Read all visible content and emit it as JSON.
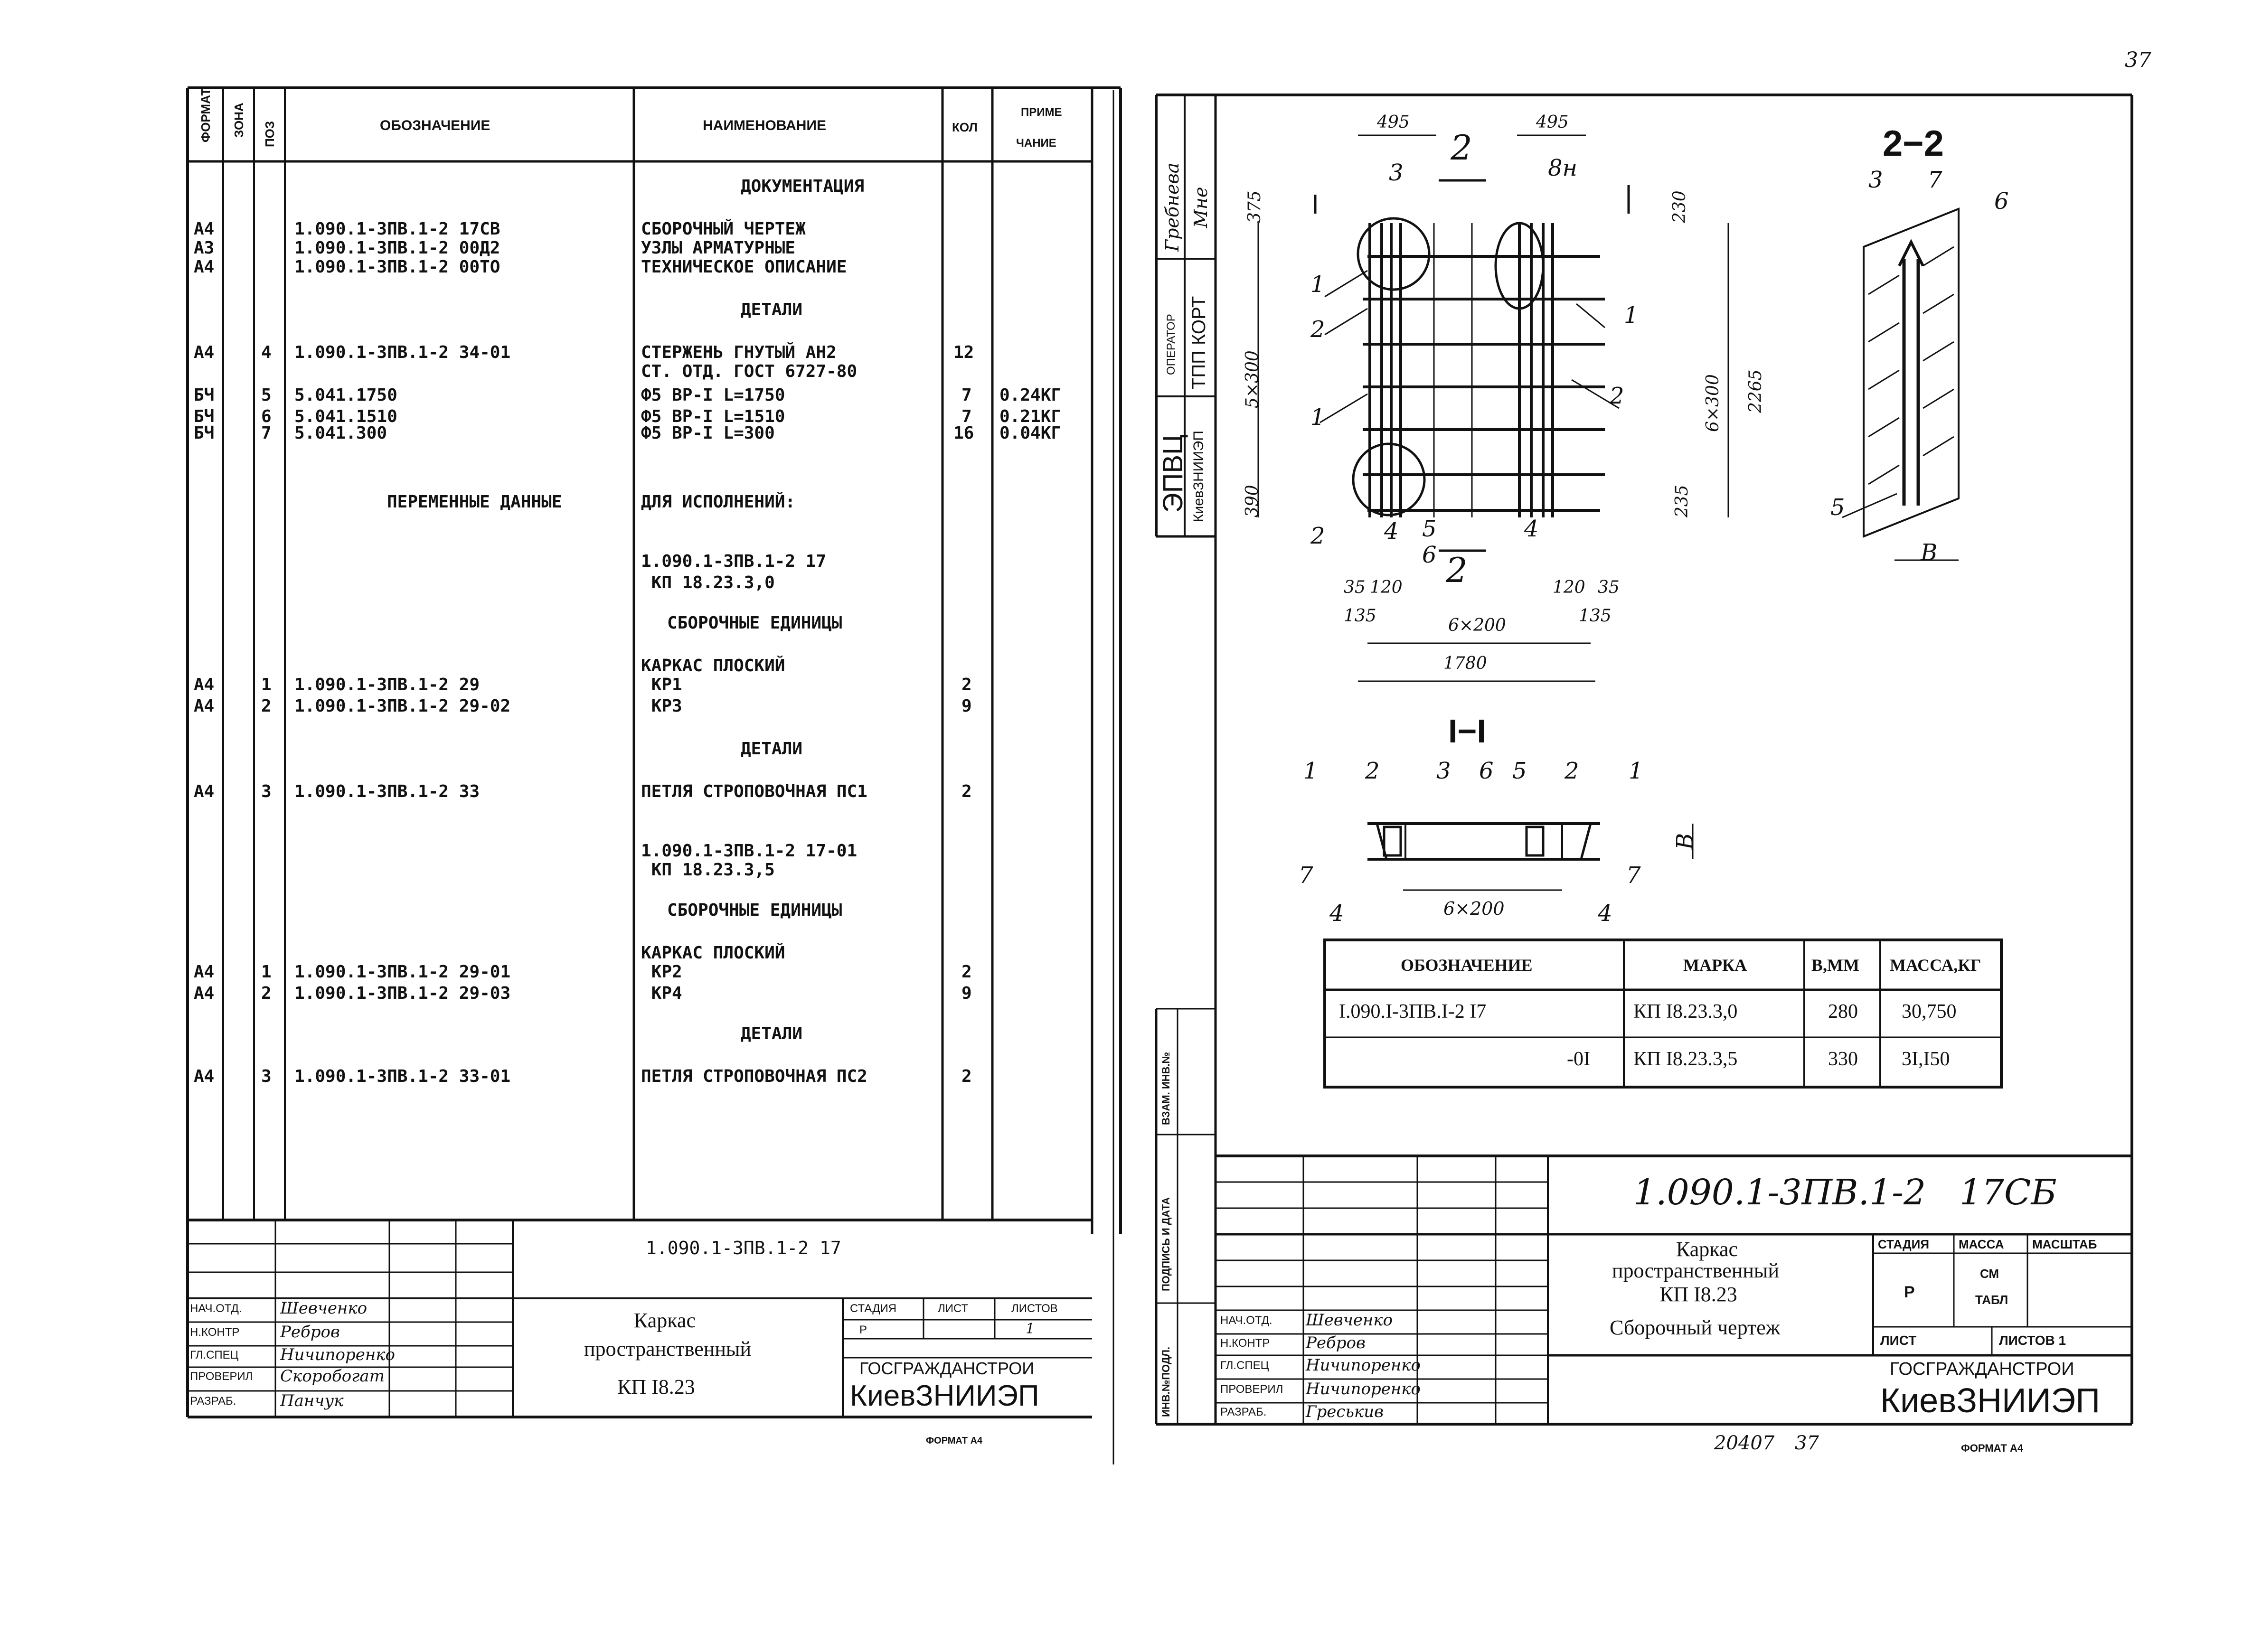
{
  "page_number": "37",
  "left_sheet": {
    "headers": {
      "format": "ФОРМАТ",
      "zone": "ЗОНА",
      "pos": "ПОЗ",
      "designation": "ОБОЗНАЧЕНИЕ",
      "name": "НАИМЕНОВАНИЕ",
      "qty": "КОЛ",
      "note1": "ПРИМЕ",
      "note2": "ЧАНИЕ"
    },
    "rows": [
      {
        "format": "",
        "pos": "",
        "designation": "",
        "name": "ДОКУМЕНТАЦИЯ",
        "qty": "",
        "note": "",
        "heading": true
      },
      {
        "format": "А4",
        "pos": "",
        "designation": "1.090.1-3ПВ.1-2 17СВ",
        "name": "СБОРОЧНЫЙ ЧЕРТЕЖ",
        "qty": "",
        "note": ""
      },
      {
        "format": "А3",
        "pos": "",
        "designation": "1.090.1-3ПВ.1-2 00Д2",
        "name": "УЗЛЫ АРМАТУРНЫЕ",
        "qty": "",
        "note": ""
      },
      {
        "format": "А4",
        "pos": "",
        "designation": "1.090.1-3ПВ.1-2 00ТО",
        "name": "ТЕХНИЧЕСКОЕ ОПИСАНИЕ",
        "qty": "",
        "note": ""
      },
      {
        "format": "",
        "pos": "",
        "designation": "",
        "name": "ДЕТАЛИ",
        "qty": "",
        "note": "",
        "heading": true
      },
      {
        "format": "А4",
        "pos": "4",
        "designation": "1.090.1-3ПВ.1-2 34-01",
        "name": "СТЕРЖЕНЬ ГНУТЫЙ АН2",
        "qty": "12",
        "note": ""
      },
      {
        "format": "",
        "pos": "",
        "designation": "",
        "name": "СТ. ОТД. ГОСТ 6727-80",
        "qty": "",
        "note": ""
      },
      {
        "format": "БЧ",
        "pos": "5",
        "designation": "5.041.1750",
        "name": "Ф5 ВР-I L=1750",
        "qty": "7",
        "note": "0.24КГ"
      },
      {
        "format": "БЧ",
        "pos": "6",
        "designation": "5.041.1510",
        "name": "Ф5 ВР-I L=1510",
        "qty": "7",
        "note": "0.21КГ"
      },
      {
        "format": "БЧ",
        "pos": "7",
        "designation": "5.041.300",
        "name": "Ф5 ВР-I L=300",
        "qty": "16",
        "note": "0.04КГ"
      },
      {
        "format": "",
        "pos": "",
        "designation": "ПЕРЕМЕННЫЕ ДАННЫЕ",
        "name": "ДЛЯ ИСПОЛНЕНИЙ:",
        "qty": "",
        "note": ""
      },
      {
        "format": "",
        "pos": "",
        "designation": "",
        "name": "1.090.1-3ПВ.1-2 17",
        "qty": "",
        "note": ""
      },
      {
        "format": "",
        "pos": "",
        "designation": "",
        "name": " КП 18.23.3,0",
        "qty": "",
        "note": ""
      },
      {
        "format": "",
        "pos": "",
        "designation": "",
        "name": "СБОРОЧНЫЕ ЕДИНИЦЫ",
        "qty": "",
        "note": "",
        "heading": true
      },
      {
        "format": "",
        "pos": "",
        "designation": "",
        "name": "КАРКАС ПЛОСКИЙ",
        "qty": "",
        "note": ""
      },
      {
        "format": "А4",
        "pos": "1",
        "designation": "1.090.1-3ПВ.1-2 29",
        "name": " КР1",
        "qty": "2",
        "note": ""
      },
      {
        "format": "А4",
        "pos": "2",
        "designation": "1.090.1-3ПВ.1-2 29-02",
        "name": " КР3",
        "qty": "9",
        "note": ""
      },
      {
        "format": "",
        "pos": "",
        "designation": "",
        "name": "ДЕТАЛИ",
        "qty": "",
        "note": "",
        "heading": true
      },
      {
        "format": "А4",
        "pos": "3",
        "designation": "1.090.1-3ПВ.1-2 33",
        "name": "ПЕТЛЯ СТРОПОВОЧНАЯ ПС1",
        "qty": "2",
        "note": ""
      },
      {
        "format": "",
        "pos": "",
        "designation": "",
        "name": "1.090.1-3ПВ.1-2 17-01",
        "qty": "",
        "note": ""
      },
      {
        "format": "",
        "pos": "",
        "designation": "",
        "name": " КП 18.23.3,5",
        "qty": "",
        "note": ""
      },
      {
        "format": "",
        "pos": "",
        "designation": "",
        "name": "СБОРОЧНЫЕ ЕДИНИЦЫ",
        "qty": "",
        "note": "",
        "heading": true
      },
      {
        "format": "",
        "pos": "",
        "designation": "",
        "name": "КАРКАС ПЛОСКИЙ",
        "qty": "",
        "note": ""
      },
      {
        "format": "А4",
        "pos": "1",
        "designation": "1.090.1-3ПВ.1-2 29-01",
        "name": " КР2",
        "qty": "2",
        "note": ""
      },
      {
        "format": "А4",
        "pos": "2",
        "designation": "1.090.1-3ПВ.1-2 29-03",
        "name": " КР4",
        "qty": "9",
        "note": ""
      },
      {
        "format": "",
        "pos": "",
        "designation": "",
        "name": "ДЕТАЛИ",
        "qty": "",
        "note": "",
        "heading": true
      },
      {
        "format": "А4",
        "pos": "3",
        "designation": "1.090.1-3ПВ.1-2 33-01",
        "name": "ПЕТЛЯ СТРОПОВОЧНАЯ ПС2",
        "qty": "2",
        "note": ""
      }
    ],
    "stamp": {
      "code": "1.090.1-3ПВ.1-2 17",
      "title_l1": "Каркас",
      "title_l2": "пространственный",
      "title_l3": "КП I8.23",
      "h_stage": "СТАДИЯ",
      "h_sheet": "ЛИСТ",
      "h_sheets": "ЛИСТОВ",
      "stage": "Р",
      "sheets": "1",
      "org1": "ГОСГРАЖДАНСТРОИ",
      "org2": "КиевЗНИИЭП",
      "roles": [
        "НАЧ.ОТД.",
        "Н.КОНТР",
        "ГЛ.СПЕЦ",
        "ПРОВЕРИЛ",
        "РАЗРАБ."
      ],
      "names": [
        "Шевченко",
        "Ребров",
        "Ничипоренко",
        "Скоробогат",
        "Панчук"
      ],
      "format_label": "ФОРМАТ А4"
    }
  },
  "right_sheet": {
    "side_labels": {
      "top": "Гребнева",
      "sig": "Мне",
      "operator": "ОПЕРАТОР",
      "tpp": "ТПП КОРТ",
      "epvc": "ЭПВЦ",
      "org": "КиевЗНИИЭП",
      "strip1": "ВЗАМ. ИНВ.№",
      "strip2": "ПОДПИСЬ И ДАТА",
      "strip3": "ИНВ.№ПОДЛ."
    },
    "plan": {
      "dims": [
        "495",
        "495",
        "375",
        "5×300",
        "390",
        "230",
        "6×300",
        "2265",
        "235",
        "35",
        "120",
        "135",
        "6×200",
        "1780",
        "120",
        "35",
        "135"
      ],
      "labels": [
        "2",
        "3",
        "8н",
        "1",
        "2",
        "1",
        "1",
        "2",
        "4",
        "5",
        "6",
        "2",
        "4",
        "2"
      ]
    },
    "section22": {
      "title": "2−2",
      "labels": [
        "3",
        "7",
        "6",
        "5",
        "B"
      ]
    },
    "section11": {
      "title": "I−I",
      "labels": [
        "1",
        "2",
        "3",
        "6",
        "5",
        "2",
        "1",
        "7",
        "4",
        "6×200",
        "4",
        "7",
        "B"
      ]
    },
    "table": {
      "headers": [
        "ОБОЗНАЧЕНИЕ",
        "МАРКА",
        "В,ММ",
        "МАССА,КГ"
      ],
      "rows": [
        [
          "I.090.I-3ПВ.I-2 I7",
          "КП I8.23.3,0",
          "280",
          "30,750"
        ],
        [
          "-0I",
          "КП I8.23.3,5",
          "330",
          "3I,I50"
        ]
      ]
    },
    "stamp": {
      "code": "1.090.1-3ПВ.1-2   17СБ",
      "title_l1": "Каркас",
      "title_l2": "пространственный",
      "title_l3": "КП I8.23",
      "title_l4": "Сборочный чертеж",
      "h_stage": "СТАДИЯ",
      "h_mass": "МАССА",
      "h_scale": "МАСШТАБ",
      "stage": "Р",
      "mass_l1": "СМ",
      "mass_l2": "ТАБЛ",
      "h_sheet": "ЛИСТ",
      "h_sheets": "ЛИСТОВ 1",
      "org1": "ГОСГРАЖДАНСТРОИ",
      "org2": "КиевЗНИИЭП",
      "roles": [
        "НАЧ.ОТД.",
        "Н.КОНТР",
        "ГЛ.СПЕЦ",
        "ПРОВЕРИЛ",
        "РАЗРАБ."
      ],
      "names": [
        "Шевченко",
        "Ребров",
        "Ничипоренко",
        "Ничипоренко",
        "Греськив"
      ]
    },
    "bottom": {
      "num1": "20407",
      "num2": "37",
      "format_label": "ФОРМАТ А4"
    }
  }
}
